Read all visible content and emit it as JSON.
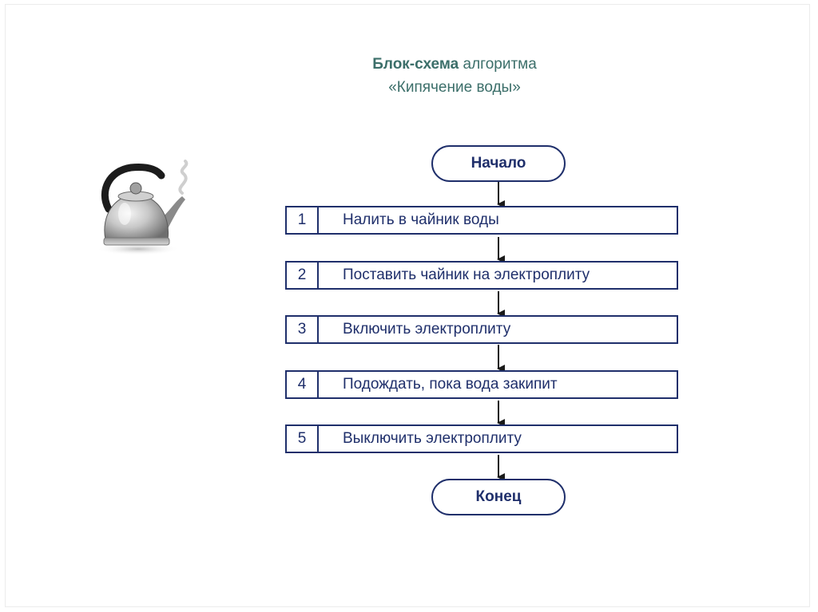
{
  "header": {
    "title_bold": "Блок-схема",
    "title_rest": "алгоритма",
    "subtitle": "«Кипячение воды»"
  },
  "flowchart": {
    "start": "Начало",
    "end": "Конец",
    "steps": [
      {
        "num": "1",
        "text": "Налить в чайник воды"
      },
      {
        "num": "2",
        "text": "Поставить чайник на электроплиту"
      },
      {
        "num": "3",
        "text": "Включить электроплиту"
      },
      {
        "num": "4",
        "text": "Подождать, пока вода закипит"
      },
      {
        "num": "5",
        "text": "Выключить электроплиту"
      }
    ]
  },
  "colors": {
    "title": "#3c6f6a",
    "outline": "#1f2f6b",
    "arrow": "#1a1a1a"
  },
  "illustration": {
    "icon": "kettle-icon"
  }
}
